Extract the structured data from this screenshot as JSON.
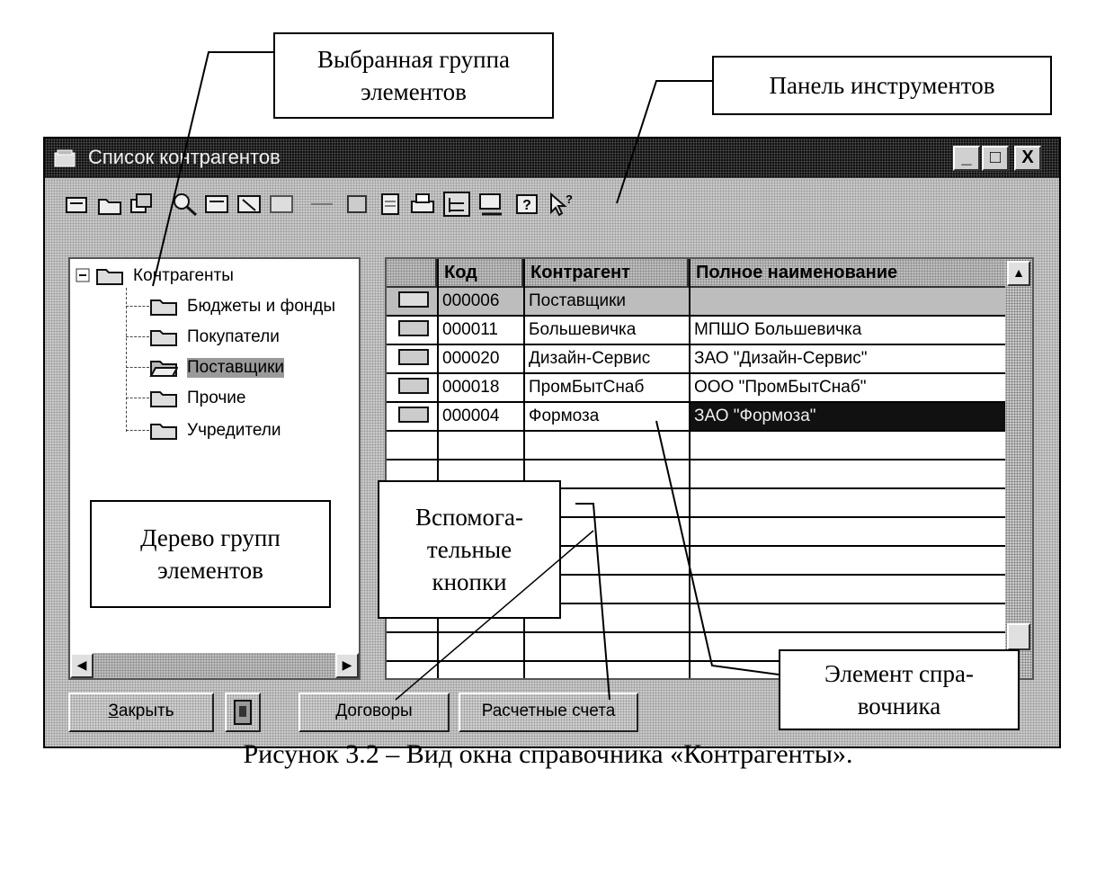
{
  "window": {
    "title": "Список контрагентов",
    "controls": {
      "minimize": "_",
      "maximize": "□",
      "close": "X"
    }
  },
  "toolbar": {
    "icons": [
      "new-icon",
      "new-group-icon",
      "copy-icon",
      "find-icon",
      "edit-icon",
      "delete-icon",
      "mark-delete-icon",
      "move-icon",
      "filter-icon",
      "doc-icon",
      "print-icon",
      "tree-toggle-icon",
      "hierarchy-icon",
      "help-icon",
      "context-help-icon"
    ]
  },
  "tree": {
    "root": "Контрагенты",
    "items": [
      "Бюджеты и фонды",
      "Покупатели",
      "Поставщики",
      "Прочие",
      "Учредители"
    ],
    "selected_index": 2
  },
  "grid": {
    "columns": [
      "Код",
      "Контрагент",
      "Полное наименование"
    ],
    "rows": [
      {
        "code": "000006",
        "name": "Поставщики",
        "full": ""
      },
      {
        "code": "000011",
        "name": "Большевичка",
        "full": "МПШО Большевичка"
      },
      {
        "code": "000020",
        "name": "Дизайн-Сервис",
        "full": "ЗАО \"Дизайн-Сервис\""
      },
      {
        "code": "000018",
        "name": "ПромБытСнаб",
        "full": "ООО \"ПромБытСнаб\""
      },
      {
        "code": "000004",
        "name": "Формоза",
        "full": "ЗАО \"Формоза\""
      }
    ],
    "selected_row": 4
  },
  "buttons": {
    "close_accel": "З",
    "close_rest": "акрыть",
    "contracts": "Договоры",
    "accounts": "Расчетные счета"
  },
  "callouts": {
    "selected_group": "Выбранная группа элементов",
    "toolbar_panel": "Панель инструментов",
    "group_tree": "Дерево групп элементов",
    "aux_buttons": "Вспомога-тельные кнопки",
    "directory_element": "Элемент спра-вочника"
  },
  "caption": "Рисунок 3.2 – Вид окна справочника «Контрагенты»."
}
